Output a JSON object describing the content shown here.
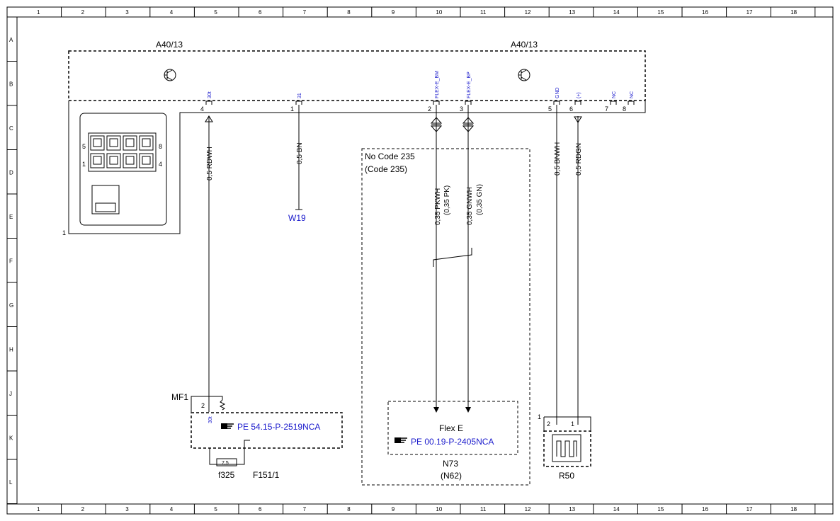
{
  "grid": {
    "columns": [
      "1",
      "2",
      "3",
      "4",
      "5",
      "6",
      "7",
      "8",
      "9",
      "10",
      "11",
      "12",
      "13",
      "14",
      "15",
      "16",
      "17",
      "18"
    ],
    "rows": [
      "A",
      "B",
      "C",
      "D",
      "E",
      "F",
      "G",
      "H",
      "J",
      "K",
      "L"
    ]
  },
  "components": {
    "a40_left": "A40/13",
    "a40_right": "A40/13",
    "connector_ref": "1",
    "connector_pin_5": "5",
    "connector_pin_8": "8",
    "connector_pin_1": "1",
    "connector_pin_4": "4",
    "w19": "W19",
    "mf1": "MF1",
    "f325": "f325",
    "f151": "F151/1",
    "fuse_value": "7,5",
    "flex_e": "Flex E",
    "n73": "N73",
    "n62": "(N62)",
    "r50": "R50",
    "r50_ref": "1",
    "no_code": "No Code 235",
    "code": "(Code 235)"
  },
  "pins": [
    {
      "num": "4",
      "signal": "30t"
    },
    {
      "num": "1",
      "signal": "31"
    },
    {
      "num": "2",
      "signal": "FLEX-E_BM"
    },
    {
      "num": "3",
      "signal": "FLEX-E_BP"
    },
    {
      "num": "5",
      "signal": "GND"
    },
    {
      "num": "6",
      "signal": "(+)"
    },
    {
      "num": "7",
      "signal": "NC"
    },
    {
      "num": "8",
      "signal": "NC"
    }
  ],
  "wires": {
    "rdwh": "0,5 RDWH",
    "bn": "0,5 BN",
    "pkwh": "0,35 PKWH",
    "pk": "(0,35 PK)",
    "gnwh": "0,35 GNWH",
    "gn": "(0,35 GN)",
    "bnwh": "0,5 BNWH",
    "rdgn": "0,5 RDGN"
  },
  "fuse_box": {
    "pin2": "2",
    "signal": "30t",
    "ref": "PE 54.15-P-2519NCA"
  },
  "n73_box": {
    "ref": "PE 00.19-P-2405NCA"
  },
  "r50_pins": {
    "p2": "2",
    "p1": "1"
  },
  "colors": {
    "link": "#1a1acc",
    "line": "#000000"
  }
}
